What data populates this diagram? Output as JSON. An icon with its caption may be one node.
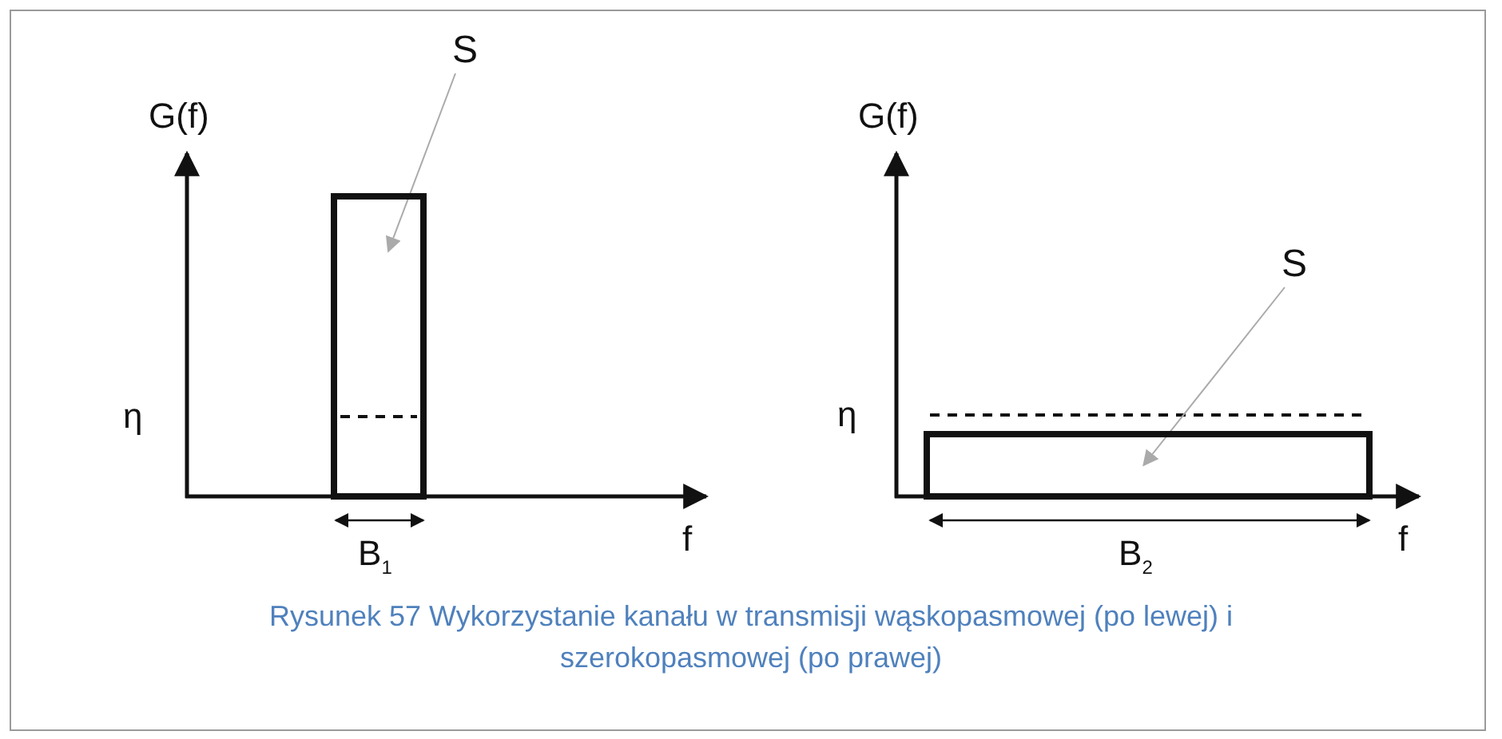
{
  "diagram": {
    "caption": "Rysunek 57 Wykorzystanie kanału w transmisji wąskopasmowej (po lewej) i szerokopasmowej (po prawej)",
    "nodes": [
      {
        "text": [
          "S"
        ]
      },
      {
        "text": [],
        "shape": "box"
      },
      {
        "text": [
          "S"
        ]
      },
      {
        "text": [],
        "shape": "box"
      }
    ],
    "edges": [
      {
        "from": 0,
        "to": 1,
        "arrow": "to"
      },
      {
        "from": 2,
        "to": 3,
        "arrow": "to"
      }
    ],
    "labels": [
      "G(f)",
      "η",
      "B$_{1}$",
      "f",
      "G(f)",
      "η",
      "B$_{2}$",
      "f"
    ]
  }
}
